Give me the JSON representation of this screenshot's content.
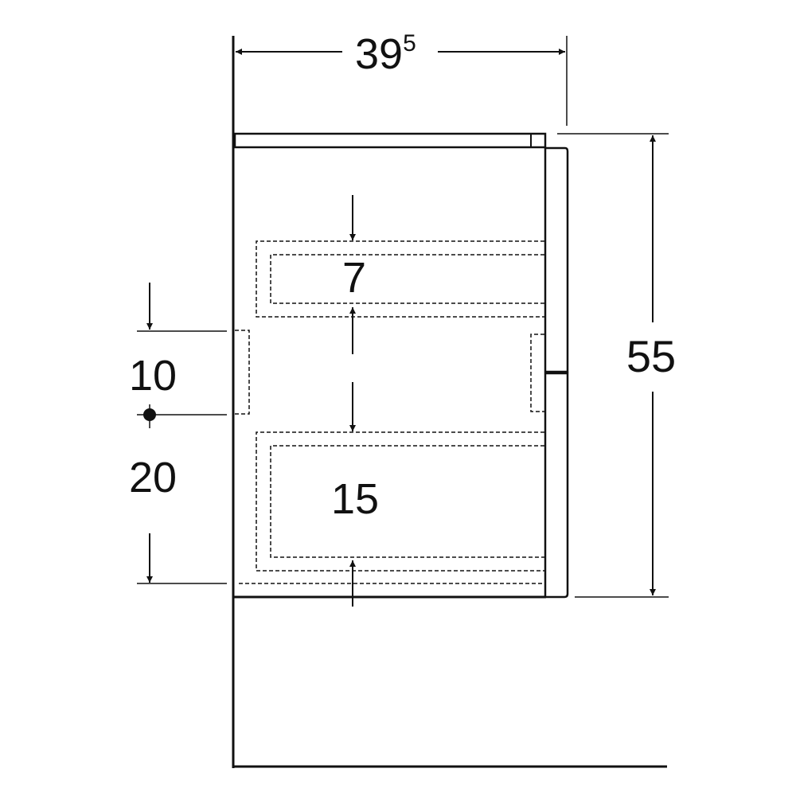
{
  "dimensions": {
    "width_main": "39",
    "width_sup": "5",
    "height": "55",
    "drawer_top": "7",
    "drawer_bottom": "15",
    "left_upper": "10",
    "left_lower": "20"
  },
  "colors": {
    "line": "#111111",
    "background": "#ffffff"
  }
}
